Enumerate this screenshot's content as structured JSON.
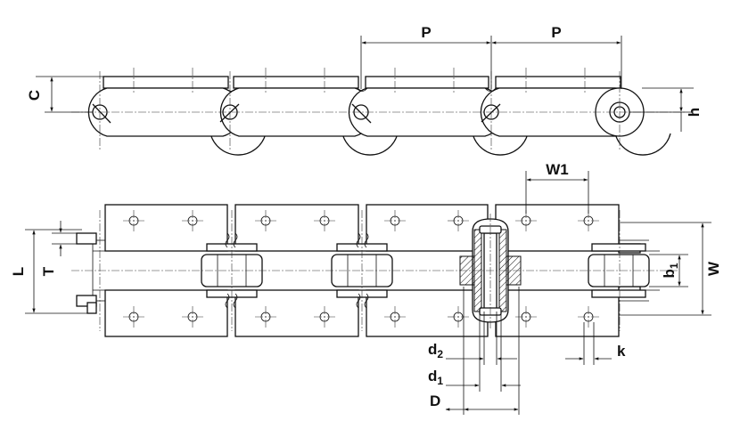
{
  "labels": {
    "p_left": "P",
    "p_right": "P",
    "c": "C",
    "h": "h",
    "w1": "W1",
    "l": "L",
    "t": "T",
    "w": "W",
    "b1_main": "b",
    "b1_sub": "1",
    "d2_main": "d",
    "d2_sub": "2",
    "d1_main": "d",
    "d1_sub": "1",
    "d_big": "D",
    "k": "k"
  }
}
